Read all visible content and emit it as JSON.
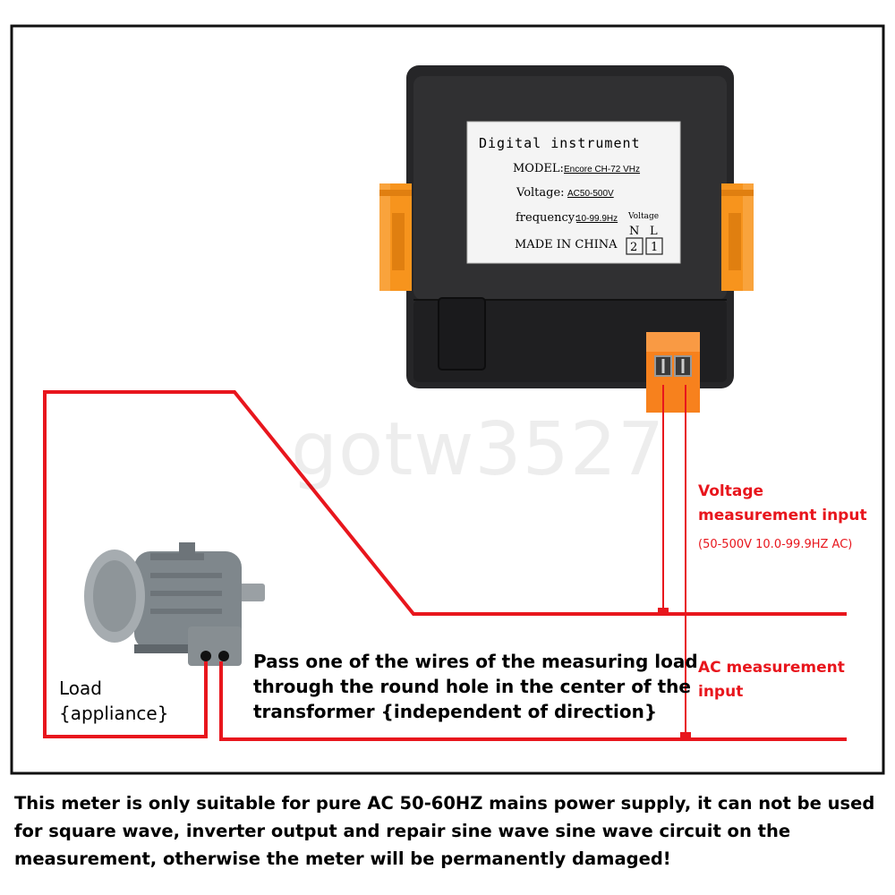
{
  "instrument_label": {
    "title": "Digital instrument",
    "model_label": "MODEL:",
    "model_value": "Encore CH-72 VHz",
    "voltage_label": "Voltage:",
    "voltage_value": "AC50-500V",
    "frequency_label": "frequency:",
    "frequency_value": "10-99.9Hz",
    "terminal_header": "Voltage",
    "terminal_n": "N",
    "terminal_l": "L",
    "terminal_2": "2",
    "terminal_1": "1",
    "origin": "MADE IN CHINA"
  },
  "watermark": "gotw3527",
  "voltage_input": {
    "line1": "Voltage",
    "line2": "measurement input",
    "spec": "(50-500V 10.0-99.9HZ AC)"
  },
  "ac_input": {
    "line1": "AC measurement",
    "line2": "input"
  },
  "load": {
    "line1": "Load",
    "line2": "{appliance}"
  },
  "pass_wire": {
    "line1": "Pass one of the wires of the measuring load",
    "line2": "through the round hole in the center of the",
    "line3": "transformer {independent of direction}"
  },
  "bottom_note": "This meter is only suitable for pure AC 50-60HZ mains power supply, it can not be used for square wave, inverter output and repair sine wave sine wave circuit on the measurement, otherwise the meter will be permanently damaged!",
  "colors": {
    "wire": "#e8161d",
    "clip": "#f7941d",
    "housing": "#2a2a2c",
    "motor": "#8b9296"
  }
}
